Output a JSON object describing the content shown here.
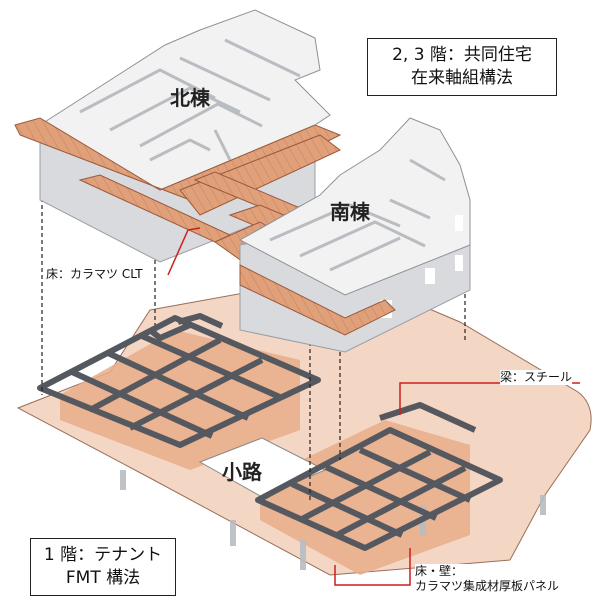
{
  "upper_box": {
    "line1": "2, 3 階：共同住宅",
    "line2": "在来軸組構法"
  },
  "lower_box": {
    "line1": "1 階：テナント",
    "line2": "FMT 構法"
  },
  "labels": {
    "north": "北棟",
    "south": "南棟",
    "alley": "小路",
    "floor": "床：カラマツ CLT",
    "beam": "梁：スチール",
    "panel_line1": "床・壁：",
    "panel_line2": "カラマツ集成材厚板パネル"
  },
  "colors": {
    "wood": "#e4a47e",
    "wood_dark": "#c8744e",
    "wood_light": "#f4d6c4",
    "steel": "#55595f",
    "wall": "#d8dade",
    "roof": "#f2f2f2",
    "leader_red": "#cc1f1f"
  }
}
